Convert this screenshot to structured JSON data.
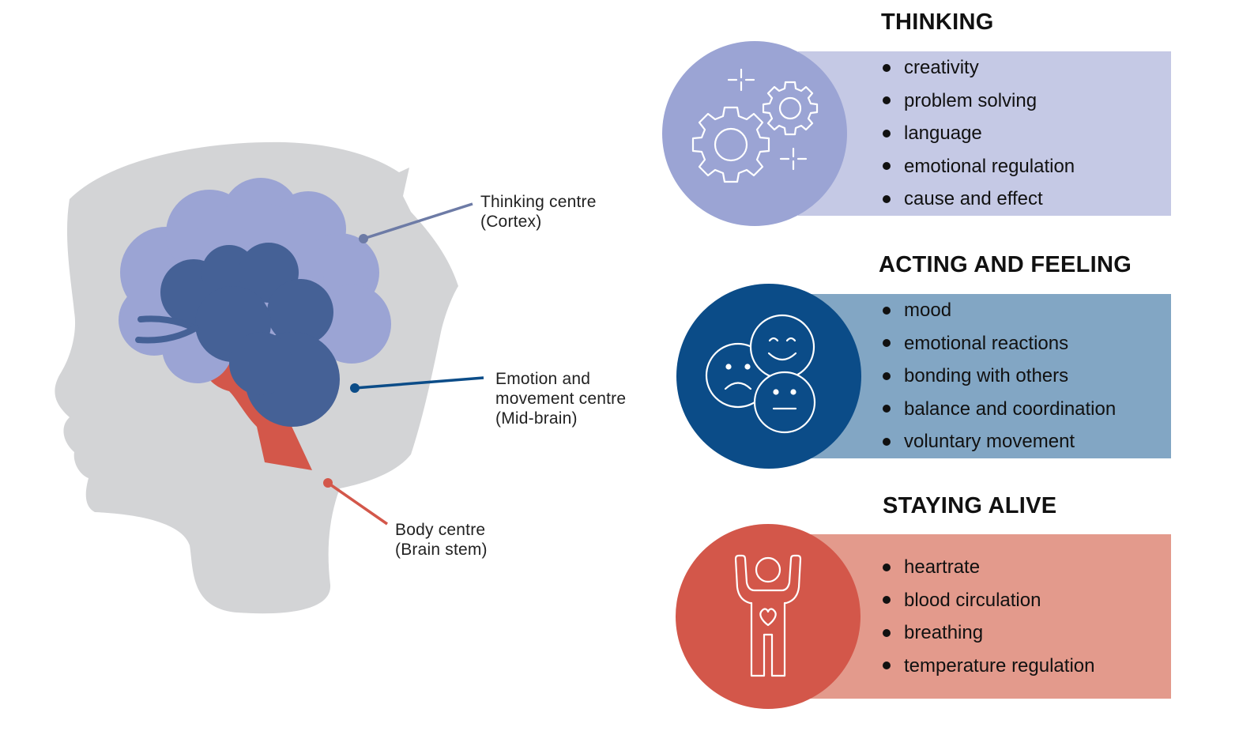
{
  "colors": {
    "head": "#d3d4d6",
    "cortex": "#9ba4d4",
    "midbrain": "#456196",
    "brainstem": "#d3574a",
    "thinking_band": "#c5c9e5",
    "thinking_circle": "#9ba4d4",
    "acting_band": "#82a6c4",
    "acting_circle": "#0b4c88",
    "alive_band": "#e39a8c",
    "alive_circle": "#d3574a",
    "leader_thinking": "#6d7ba6",
    "leader_emotion": "#0b4c88",
    "leader_body": "#d3574a"
  },
  "callouts": {
    "thinking": {
      "line1": "Thinking centre",
      "line2": "(Cortex)"
    },
    "emotion": {
      "line1": "Emotion and",
      "line2": "movement centre",
      "line3": "(Mid-brain)"
    },
    "body": {
      "line1": "Body centre",
      "line2": "(Brain stem)"
    }
  },
  "sections": [
    {
      "title": "THINKING",
      "icon": "gears-icon",
      "items": [
        "creativity",
        "problem solving",
        "language",
        "emotional regulation",
        "cause and effect"
      ]
    },
    {
      "title": "ACTING AND FEELING",
      "icon": "faces-icon",
      "items": [
        "mood",
        "emotional reactions",
        "bonding with others",
        "balance and coordination",
        "voluntary movement"
      ]
    },
    {
      "title": "STAYING ALIVE",
      "icon": "person-heart-icon",
      "items": [
        "heartrate",
        "blood circulation",
        "breathing",
        "temperature regulation"
      ]
    }
  ]
}
